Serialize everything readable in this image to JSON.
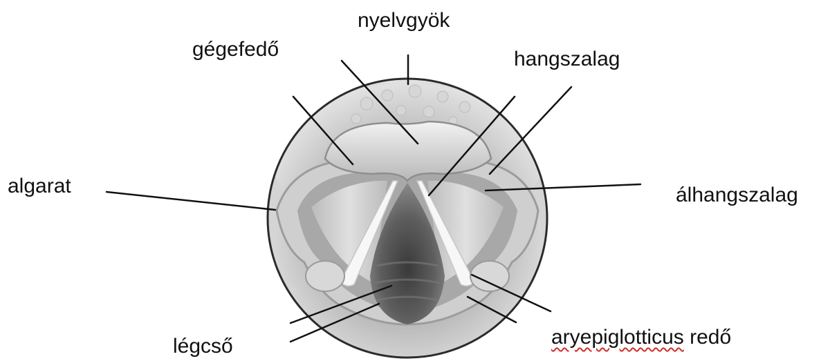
{
  "labels": {
    "nyelvgyok": "nyelvgyök",
    "gegefedo": "gégefedő",
    "hangszalag": "hangszalag",
    "algarat": "algarat",
    "alhangszalag": "álhangszalag",
    "aryepiglotticus_word": "aryepiglotticus",
    "aryepiglotticus_tail": " redő",
    "legcso": "légcső"
  },
  "colors": {
    "leader_line": "#111111",
    "text": "#111111",
    "spell_underline": "#d22b2b"
  }
}
